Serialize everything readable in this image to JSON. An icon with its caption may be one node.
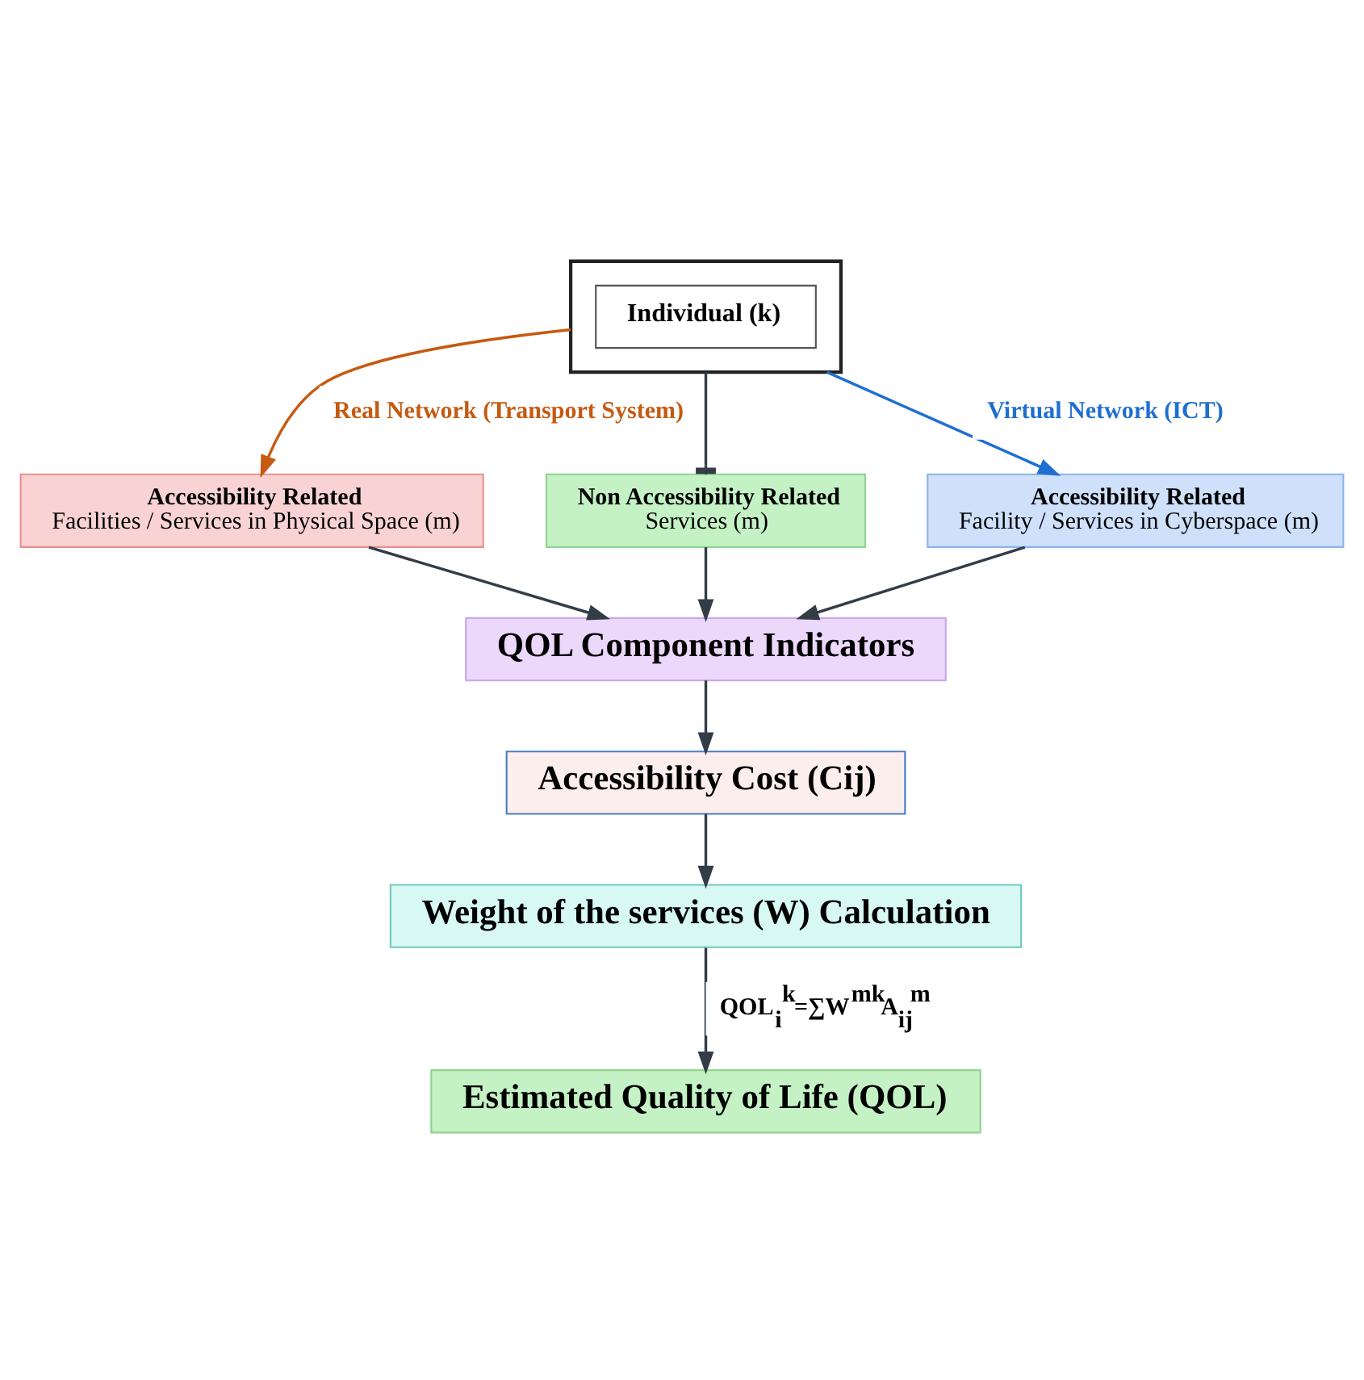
{
  "diagram": {
    "nodes": [
      {
        "text": [],
        "shape": "box"
      },
      {
        "text": [
          "Individual (k)"
        ],
        "in": 0
      },
      {
        "text": [
          "Accessibility Related",
          "Facilities / Services in Physical Space (m)"
        ]
      },
      {
        "text": [
          "Non Accessibility Related",
          "Services (m)"
        ]
      },
      {
        "text": [
          "Accessibility Related",
          "Facility / Services in Cyberspace (m)"
        ]
      },
      {
        "text": [
          "QOL Component Indicators"
        ]
      },
      {
        "text": [
          "Accessibility Cost (Cij)"
        ]
      },
      {
        "text": [
          "Weight of the services (W) Calculation"
        ]
      },
      {
        "text": [
          "Estimated Quality of Life (QOL)"
        ]
      }
    ],
    "edges": [
      {
        "from": 0,
        "to": 2,
        "arrow": "to",
        "label": "Real Network (Transport System)",
        "color": "#c55a11"
      },
      {
        "from": 0,
        "to": 3,
        "arrow": "other"
      },
      {
        "from": 0,
        "to": 4,
        "arrow": "to",
        "label": "Virtual Network (ICT)",
        "color": "#1f6fd1"
      },
      {
        "from": 2,
        "to": 5,
        "arrow": "to"
      },
      {
        "from": 3,
        "to": 5,
        "arrow": "to"
      },
      {
        "from": 4,
        "to": 5,
        "arrow": "to"
      },
      {
        "from": 5,
        "to": 6,
        "arrow": "to"
      },
      {
        "from": 6,
        "to": 7,
        "arrow": "to"
      },
      {
        "from": 7,
        "to": 8,
        "arrow": "to",
        "label": "QOL$_{i}$$^{k}$=∑W$^{mk}$A$_{ij}$$^{m}$"
      }
    ]
  }
}
